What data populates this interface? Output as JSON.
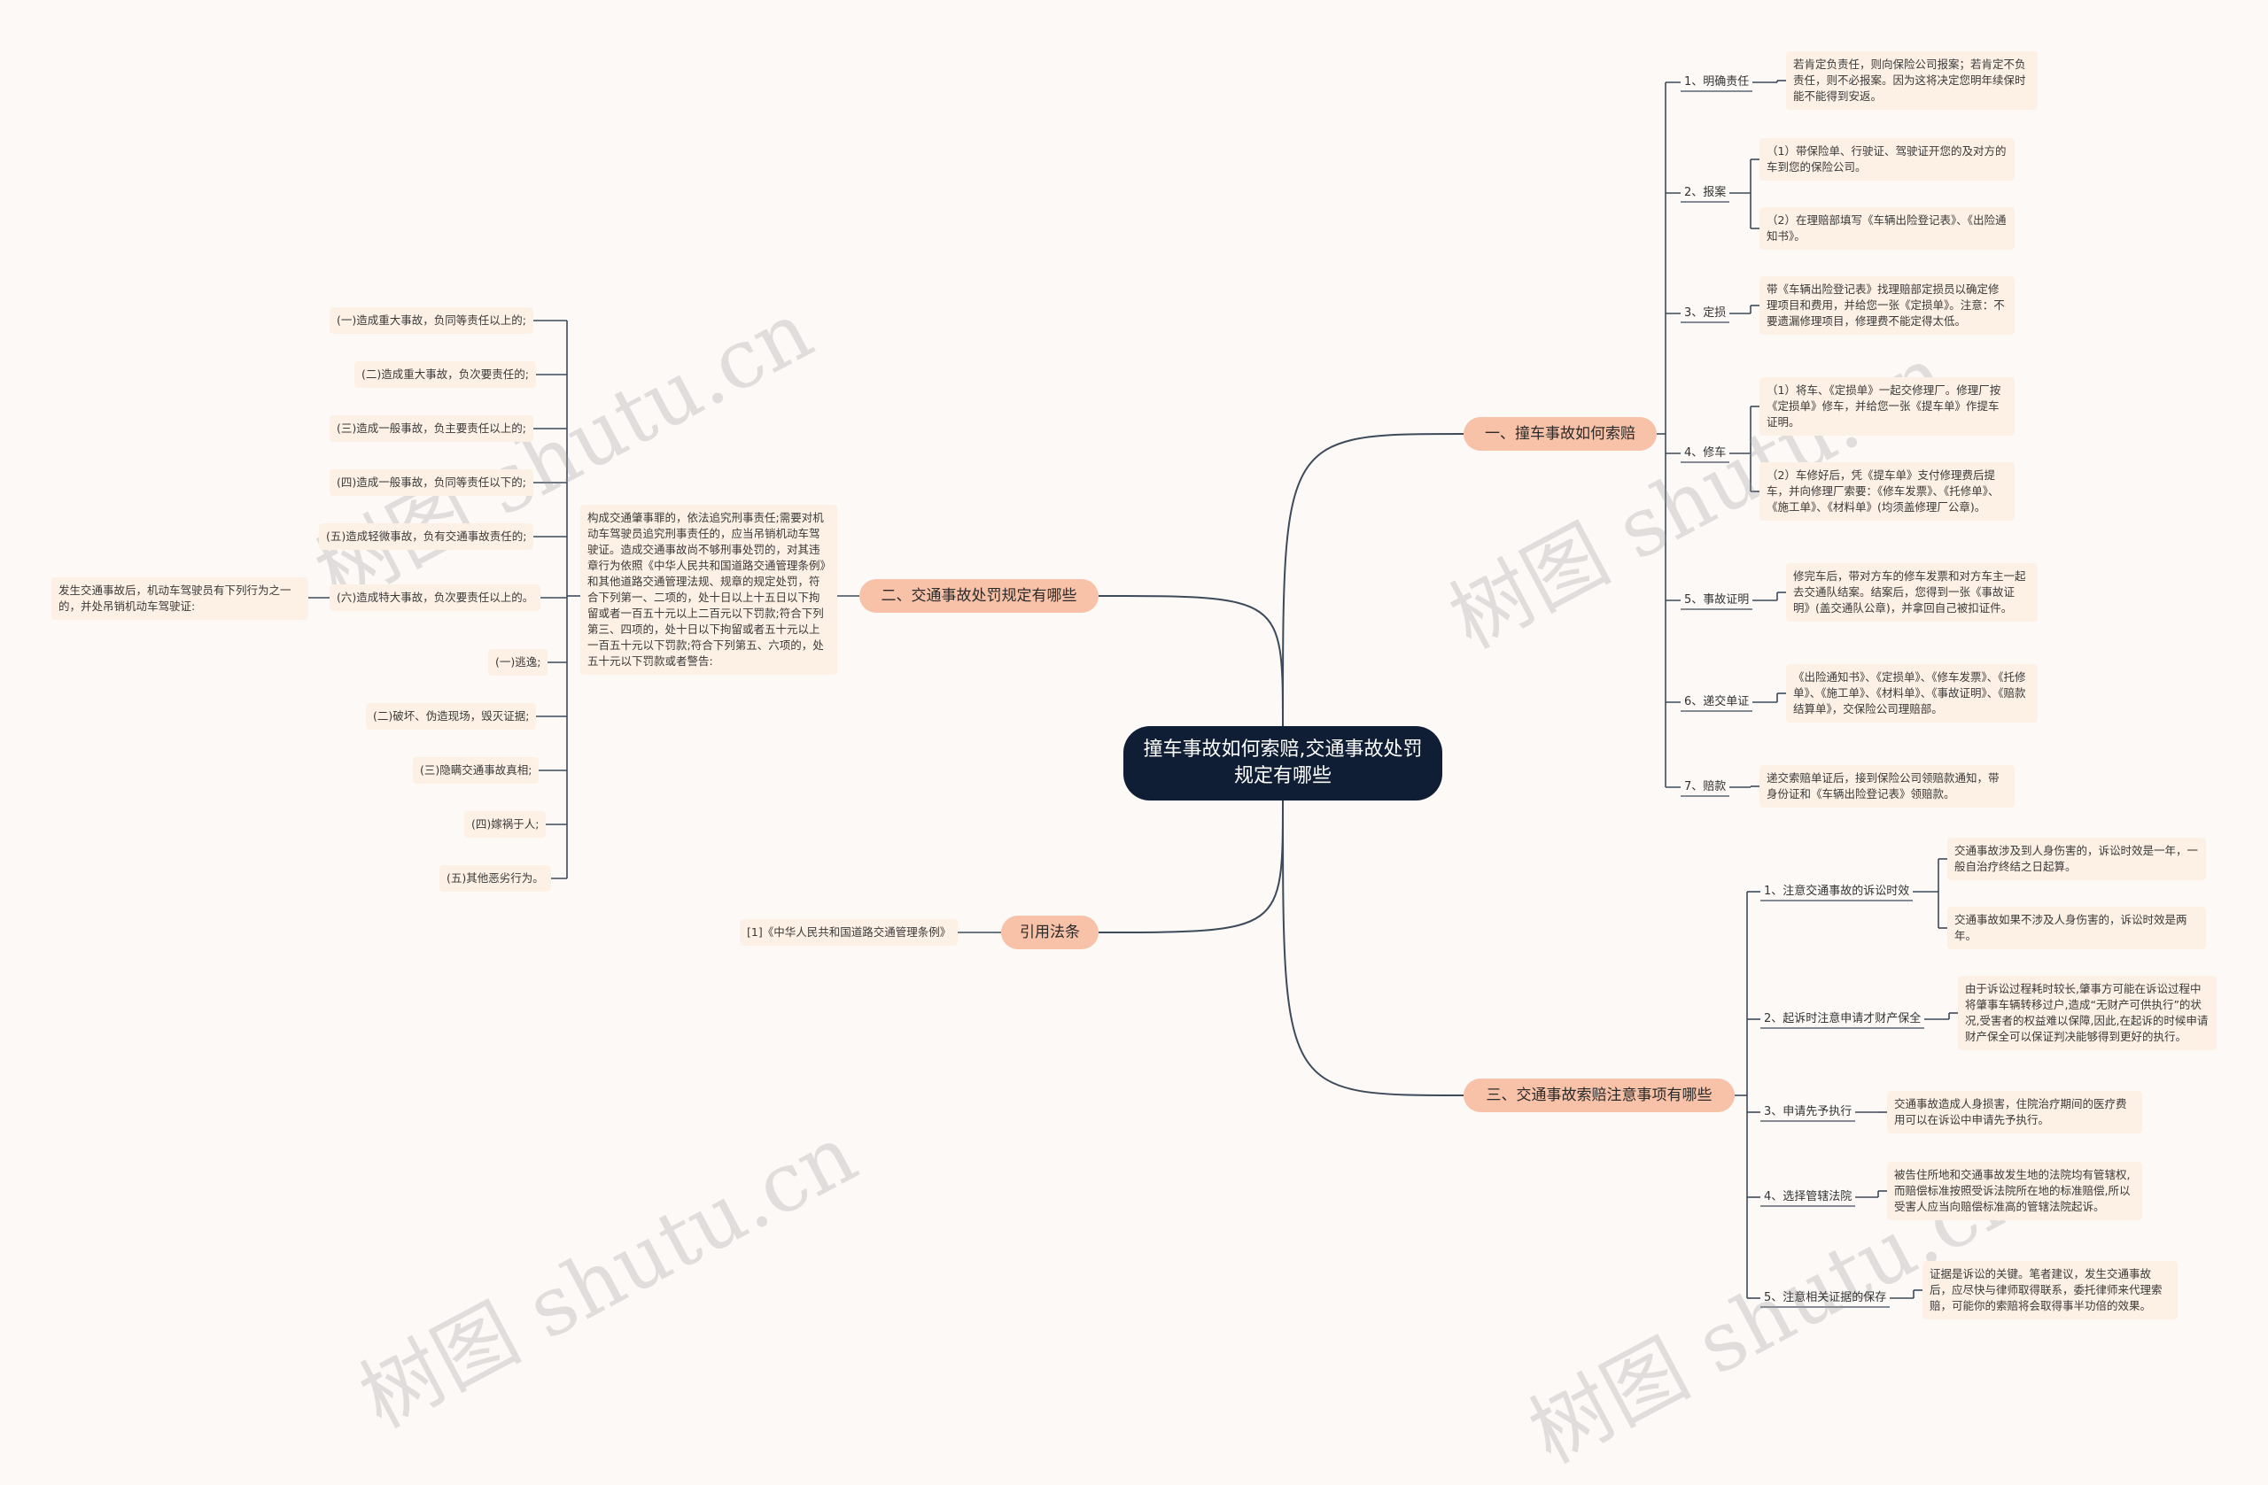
{
  "root": "撞车事故如何索赔,交通事故处罚规定有哪些",
  "watermark": "树图 shutu.cn",
  "colors": {
    "root_bg": "#0f1e35",
    "branch_bg": "#f8c2a8",
    "leaf_bg": "#fdf0e4",
    "line": "#3d4a5a"
  },
  "branches": {
    "b1": {
      "label": "一、撞车事故如何索赔",
      "subs": [
        {
          "label": "1、明确责任",
          "leaves": [
            "若肯定负责任，则向保险公司报案；若肯定不负责任，则不必报案。因为这将决定您明年续保时能不能得到安返。"
          ]
        },
        {
          "label": "2、报案",
          "leaves": [
            "（1）带保险单、行驶证、驾驶证开您的及对方的车到您的保险公司。",
            "（2）在理赔部填写《车辆出险登记表》、《出险通知书》。"
          ]
        },
        {
          "label": "3、定损",
          "leaves": [
            "带《车辆出险登记表》找理赔部定损员以确定修理项目和费用，并给您一张《定损单》。注意：不要遗漏修理项目，修理费不能定得太低。"
          ]
        },
        {
          "label": "4、修车",
          "leaves": [
            "（1）将车、《定损单》一起交修理厂。修理厂按《定损单》修车，并给您一张《提车单》作提车证明。",
            "（2）车修好后，凭《提车单》支付修理费后提车，并向修理厂索要：《修车发票》、《托修单》、《施工单》、《材料单》(均须盖修理厂公章)。"
          ]
        },
        {
          "label": "5、事故证明",
          "leaves": [
            "修完车后，带对方车的修车发票和对方车主一起去交通队结案。结案后，您得到一张《事故证明》(盖交通队公章)，并拿回自己被扣证件。"
          ]
        },
        {
          "label": "6、递交单证",
          "leaves": [
            "《出险通知书》、《定损单》、《修车发票》、《托修单》、《施工单》、《材料单》、《事故证明》、《赔款结算单》，交保险公司理赔部。"
          ]
        },
        {
          "label": "7、赔款",
          "leaves": [
            "递交索赔单证后，接到保险公司领赔款通知，带身份证和《车辆出险登记表》领赔款。"
          ]
        }
      ]
    },
    "b2": {
      "label": "二、交通事故处罚规定有哪些",
      "mid": "构成交通肇事罪的，依法追究刑事责任;需要对机动车驾驶员追究刑事责任的，应当吊销机动车驾驶证。造成交通事故尚不够刑事处罚的，对其违章行为依照《中华人民共和国道路交通管理条例》和其他道路交通管理法规、规章的规定处罚，符合下列第一、二项的，处十日以上十五日以下拘留或者一百五十元以上二百元以下罚款;符合下列第三、四项的，处十日以下拘留或者五十元以上一百五十元以下罚款;符合下列第五、六项的，处五十元以下罚款或者警告:",
      "items_top": [
        "(一)造成重大事故，负同等责任以上的;",
        "(二)造成重大事故，负次要责任的;",
        "(三)造成一般事故，负主要责任以上的;",
        "(四)造成一般事故，负同等责任以下的;",
        "(五)造成轻微事故，负有交通事故责任的;"
      ],
      "item_six": "(六)造成特大事故，负次要责任以上的。",
      "item_six_child": "发生交通事故后，机动车驾驶员有下列行为之一的，并处吊销机动车驾驶证:",
      "items_bottom": [
        "(一)逃逸;",
        "(二)破坏、伪造现场，毁灭证据;",
        "(三)隐瞒交通事故真相;",
        "(四)嫁祸于人;",
        "(五)其他恶劣行为。"
      ]
    },
    "b3": {
      "label": "引用法条",
      "leaf": "[1]《中华人民共和国道路交通管理条例》"
    },
    "b4": {
      "label": "三、交通事故索赔注意事项有哪些",
      "subs": [
        {
          "label": "1、注意交通事故的诉讼时效",
          "leaves": [
            "交通事故涉及到人身伤害的，诉讼时效是一年，一般自治疗终结之日起算。",
            "交通事故如果不涉及人身伤害的，诉讼时效是两年。"
          ]
        },
        {
          "label": "2、起诉时注意申请才财产保全",
          "leaves": [
            "由于诉讼过程耗时较长,肇事方可能在诉讼过程中将肇事车辆转移过户,造成“无财产可供执行”的状况,受害者的权益难以保障,因此,在起诉的时候申请财产保全可以保证判决能够得到更好的执行。"
          ]
        },
        {
          "label": "3、申请先予执行",
          "leaves": [
            "交通事故造成人身损害，住院治疗期间的医疗费用可以在诉讼中申请先予执行。"
          ]
        },
        {
          "label": "4、选择管辖法院",
          "leaves": [
            "被告住所地和交通事故发生地的法院均有管辖权,而赔偿标准按照受诉法院所在地的标准赔偿,所以受害人应当向赔偿标准高的管辖法院起诉。"
          ]
        },
        {
          "label": "5、注意相关证据的保存",
          "leaves": [
            "证据是诉讼的关键。笔者建议，发生交通事故后，应尽快与律师取得联系，委托律师来代理索赔，可能你的索赔将会取得事半功倍的效果。"
          ]
        }
      ]
    }
  }
}
